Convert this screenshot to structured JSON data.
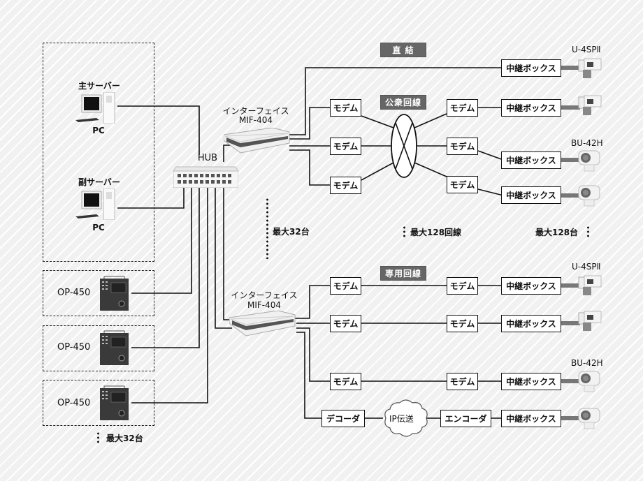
{
  "servers": {
    "primary": {
      "label": "主サーバー",
      "device": "PC"
    },
    "secondary": {
      "label": "副サーバー",
      "device": "PC"
    }
  },
  "hub": {
    "label": "HUB"
  },
  "controllers": [
    {
      "label": "OP-450"
    },
    {
      "label": "OP-450"
    },
    {
      "label": "OP-450"
    }
  ],
  "controllers_max": "最大32台",
  "interfaces": [
    {
      "line1": "インターフェイス",
      "line2": "MIF-404"
    },
    {
      "line1": "インターフェイス",
      "line2": "MIF-404"
    }
  ],
  "interfaces_max": "最大32台",
  "line_types": {
    "direct": "直 結",
    "public": "公衆回線",
    "dedicated": "専用回線"
  },
  "nodes": {
    "modem": "モデム",
    "relay_box": "中継ボックス",
    "decoder": "デコーダ",
    "encoder": "エンコーダ",
    "ip_transmission": "IP伝送"
  },
  "cameras": {
    "u4sp": "U-4SPⅡ",
    "bu42h": "BU-42H"
  },
  "limits": {
    "lines_max": "最大128回線",
    "cameras_max": "最大128台"
  }
}
